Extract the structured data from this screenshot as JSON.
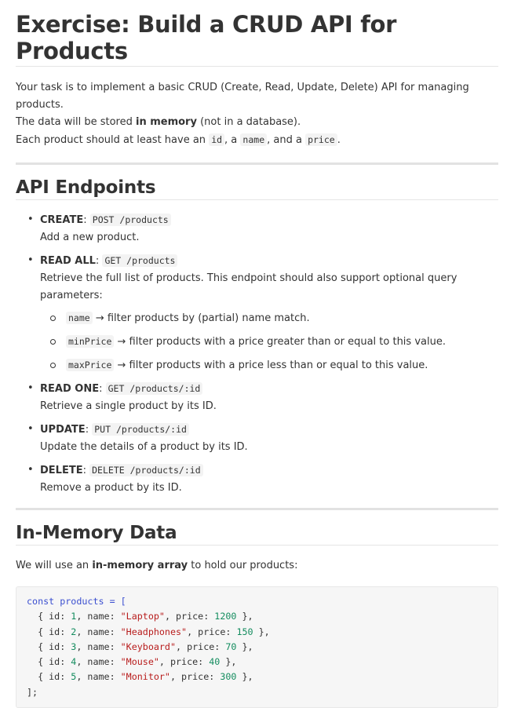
{
  "title": "Exercise: Build a CRUD API for Products",
  "intro": {
    "line1": "Your task is to implement a basic CRUD (Create, Read, Update, Delete) API for managing products.",
    "line2_pre": "The data will be stored ",
    "line2_bold": "in memory",
    "line2_post": " (not in a database).",
    "line3_pre": "Each product should at least have an ",
    "field_id": "id",
    "sep1": ", a ",
    "field_name": "name",
    "sep2": ", and a ",
    "field_price": "price",
    "line3_post": "."
  },
  "endpoints_heading": "API Endpoints",
  "endpoints": [
    {
      "label": "CREATE",
      "method": "POST",
      "path": "/products",
      "description": "Add a new product."
    },
    {
      "label": "READ ALL",
      "method": "GET",
      "path": "/products",
      "description": "Retrieve the full list of products. This endpoint should also support optional query parameters:"
    },
    {
      "label": "READ ONE",
      "method": "GET",
      "path": "/products/:id",
      "description": "Retrieve a single product by its ID."
    },
    {
      "label": "UPDATE",
      "method": "PUT",
      "path": "/products/:id",
      "description": "Update the details of a product by its ID."
    },
    {
      "label": "DELETE",
      "method": "DELETE",
      "path": "/products/:id",
      "description": "Remove a product by its ID."
    }
  ],
  "query_params": [
    {
      "name": "name",
      "description": "→ filter products by (partial) name match."
    },
    {
      "name": "minPrice",
      "description": "→ filter products with a price greater than or equal to this value."
    },
    {
      "name": "maxPrice",
      "description": "→ filter products with a price less than or equal to this value."
    }
  ],
  "colon": ":",
  "memory_heading": "In-Memory Data",
  "memory_text_pre": "We will use an ",
  "memory_text_bold": "in-memory array",
  "memory_text_post": " to hold our products:",
  "code": {
    "decl_kw": "const",
    "var_name": "products",
    "assign": "= [",
    "products": [
      {
        "id": "1",
        "name": "\"Laptop\"",
        "price": "1200"
      },
      {
        "id": "2",
        "name": "\"Headphones\"",
        "price": "150"
      },
      {
        "id": "3",
        "name": "\"Keyboard\"",
        "price": "70"
      },
      {
        "id": "4",
        "name": "\"Mouse\"",
        "price": "40"
      },
      {
        "id": "5",
        "name": "\"Monitor\"",
        "price": "300"
      }
    ],
    "close": "];"
  }
}
